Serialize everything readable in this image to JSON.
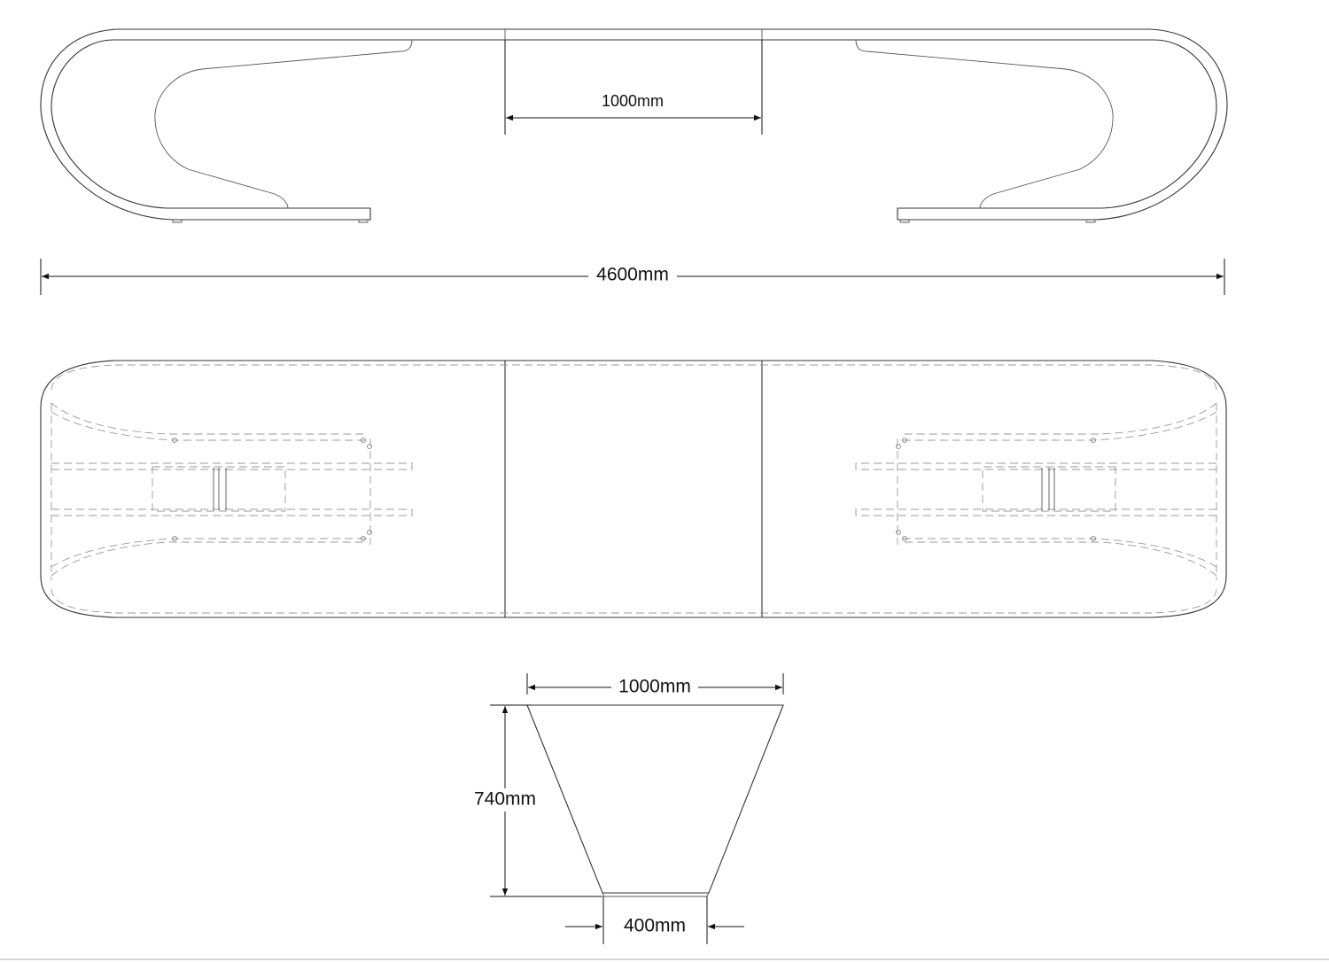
{
  "drawing": {
    "side_view": {
      "center_width_label": "1000mm",
      "total_length_label": "4600mm"
    },
    "end_view": {
      "top_width_label": "1000mm",
      "height_label": "740mm",
      "base_width_label": "400mm"
    }
  }
}
